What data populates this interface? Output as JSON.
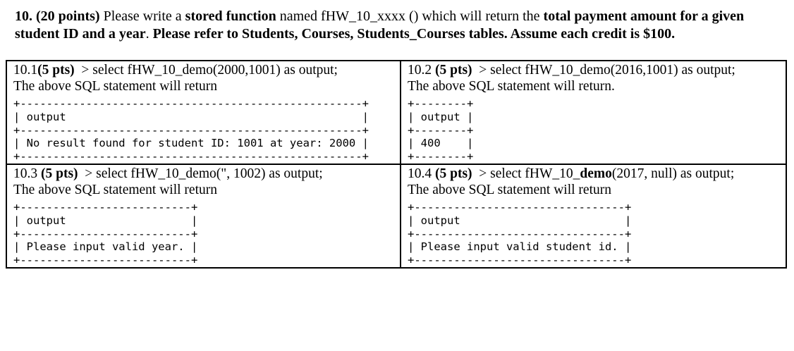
{
  "page": {
    "background": "#ffffff",
    "text_color": "#000000",
    "border_color": "#000000"
  },
  "header": {
    "segments": [
      {
        "text": "10. (20 points)",
        "bold": true
      },
      {
        "text": " Please write a ",
        "bold": false
      },
      {
        "text": "stored function",
        "bold": true
      },
      {
        "text": " named fHW_10_xxxx () which will return the ",
        "bold": false
      },
      {
        "text": "total payment amount for a given student ID and a year",
        "bold": true
      },
      {
        "text": ". ",
        "bold": false
      },
      {
        "text": "Please refer to Students, Courses, Students_Courses tables. Assume each credit is $100.",
        "bold": true
      }
    ]
  },
  "cells": [
    {
      "id": "10.1",
      "prompt_segments": [
        {
          "text": "10.1",
          "bold": false
        },
        {
          "text": "(5 pts)",
          "bold": true
        },
        {
          "text": "  > select fHW_10_demo(2000,1001) as output;",
          "bold": false
        }
      ],
      "return_line": "The above SQL statement will return",
      "ascii_lines": [
        "+----------------------------------------------------+",
        "| output                                             |",
        "+----------------------------------------------------+",
        "| No result found for student ID: 1001 at year: 2000 |",
        "+----------------------------------------------------+"
      ]
    },
    {
      "id": "10.2",
      "prompt_segments": [
        {
          "text": "10.2 ",
          "bold": false
        },
        {
          "text": "(5 pts)",
          "bold": true
        },
        {
          "text": "  > select fHW_10_demo(2016,1001) as output;",
          "bold": false
        }
      ],
      "return_line": "The above SQL statement will return.",
      "ascii_lines": [
        "+--------+",
        "| output |",
        "+--------+",
        "| 400    |",
        "+--------+"
      ]
    },
    {
      "id": "10.3",
      "prompt_segments": [
        {
          "text": "10.3 ",
          "bold": false
        },
        {
          "text": "(5 pts)",
          "bold": true
        },
        {
          "text": "  > select fHW_10_demo(\", 1002) as output;",
          "bold": false
        }
      ],
      "return_line": "The above SQL statement will return",
      "ascii_lines": [
        "+--------------------------+",
        "| output                   |",
        "+--------------------------+",
        "| Please input valid year. |",
        "+--------------------------+"
      ]
    },
    {
      "id": "10.4",
      "prompt_segments": [
        {
          "text": "10.4 ",
          "bold": false
        },
        {
          "text": "(5 pts)",
          "bold": true
        },
        {
          "text": "  > select fHW_10_",
          "bold": false
        },
        {
          "text": "demo",
          "bold": true
        },
        {
          "text": "(2017, null) as output;",
          "bold": false
        }
      ],
      "return_line": "The above SQL statement will return",
      "ascii_lines": [
        "+--------------------------------+",
        "| output                         |",
        "+--------------------------------+",
        "| Please input valid student id. |",
        "+--------------------------------+"
      ]
    }
  ]
}
